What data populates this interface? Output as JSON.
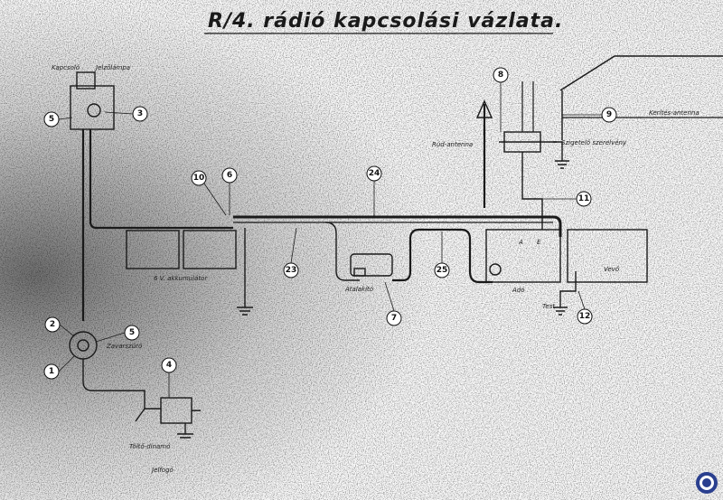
{
  "title": "R/4. rádió kapcsolási vázlata.",
  "labels": {
    "kapcsolo": "Kapcsoló",
    "jelzolampa": "Jelzőlámpa",
    "akkumulator": "6 V. akkumulátor",
    "zavarszuro": "Zavarszűrő",
    "tolto_dinamo": "Töltő-dinamó",
    "jelfogo": "Jelfogó",
    "atalakito": "Átalakító",
    "adoo": "Adó",
    "vevo": "Vevő",
    "test": "Test",
    "rud_antenna": "Rúd-antenna",
    "kerites_antenna": "Kerítés-antenna",
    "szigetelo": "Szigetelő szerelvény",
    "adoo_terminal_a": "A",
    "adoo_terminal_e": "E"
  },
  "callouts": [
    "1",
    "2",
    "3",
    "4",
    "5",
    "5",
    "6",
    "7",
    "8",
    "9",
    "10",
    "11",
    "12",
    "23",
    "24",
    "25"
  ],
  "colors": {
    "ink": "#1a1a1a",
    "paper": "#ffffff",
    "noise": "#7a7a7a"
  },
  "logo": {
    "name": "archive-stamp-logo"
  }
}
